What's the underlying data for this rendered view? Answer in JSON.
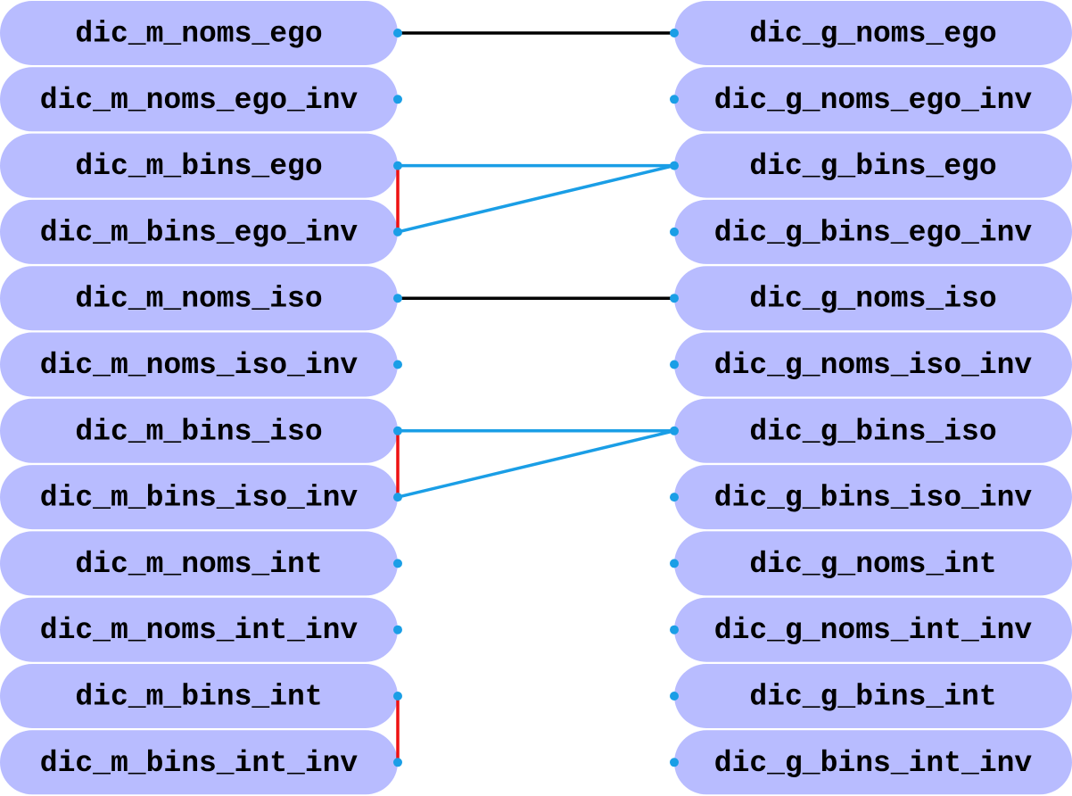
{
  "colors": {
    "node_fill": "#b8bcff",
    "node_text": "#000000",
    "port": "#1a9ee6",
    "edge_black": "#000000",
    "edge_blue": "#1a9ee6",
    "edge_red": "#ee1111"
  },
  "left_nodes": [
    "dic_m_noms_ego",
    "dic_m_noms_ego_inv",
    "dic_m_bins_ego",
    "dic_m_bins_ego_inv",
    "dic_m_noms_iso",
    "dic_m_noms_iso_inv",
    "dic_m_bins_iso",
    "dic_m_bins_iso_inv",
    "dic_m_noms_int",
    "dic_m_noms_int_inv",
    "dic_m_bins_int",
    "dic_m_bins_int_inv"
  ],
  "right_nodes": [
    "dic_g_noms_ego",
    "dic_g_noms_ego_inv",
    "dic_g_bins_ego",
    "dic_g_bins_ego_inv",
    "dic_g_noms_iso",
    "dic_g_noms_iso_inv",
    "dic_g_bins_iso",
    "dic_g_bins_iso_inv",
    "dic_g_noms_int",
    "dic_g_noms_int_inv",
    "dic_g_bins_int",
    "dic_g_bins_int_inv"
  ],
  "edges": [
    {
      "from": "dic_m_noms_ego",
      "to": "dic_g_noms_ego",
      "color": "black"
    },
    {
      "from": "dic_m_bins_ego",
      "to": "dic_g_bins_ego",
      "color": "blue"
    },
    {
      "from": "dic_m_bins_ego_inv",
      "to": "dic_g_bins_ego",
      "color": "blue"
    },
    {
      "from": "dic_m_bins_ego",
      "to": "dic_m_bins_ego_inv",
      "color": "red"
    },
    {
      "from": "dic_m_noms_iso",
      "to": "dic_g_noms_iso",
      "color": "black"
    },
    {
      "from": "dic_m_bins_iso",
      "to": "dic_g_bins_iso",
      "color": "blue"
    },
    {
      "from": "dic_m_bins_iso_inv",
      "to": "dic_g_bins_iso",
      "color": "blue"
    },
    {
      "from": "dic_m_bins_iso",
      "to": "dic_m_bins_iso_inv",
      "color": "red"
    },
    {
      "from": "dic_m_bins_int",
      "to": "dic_m_bins_int_inv",
      "color": "red"
    }
  ]
}
